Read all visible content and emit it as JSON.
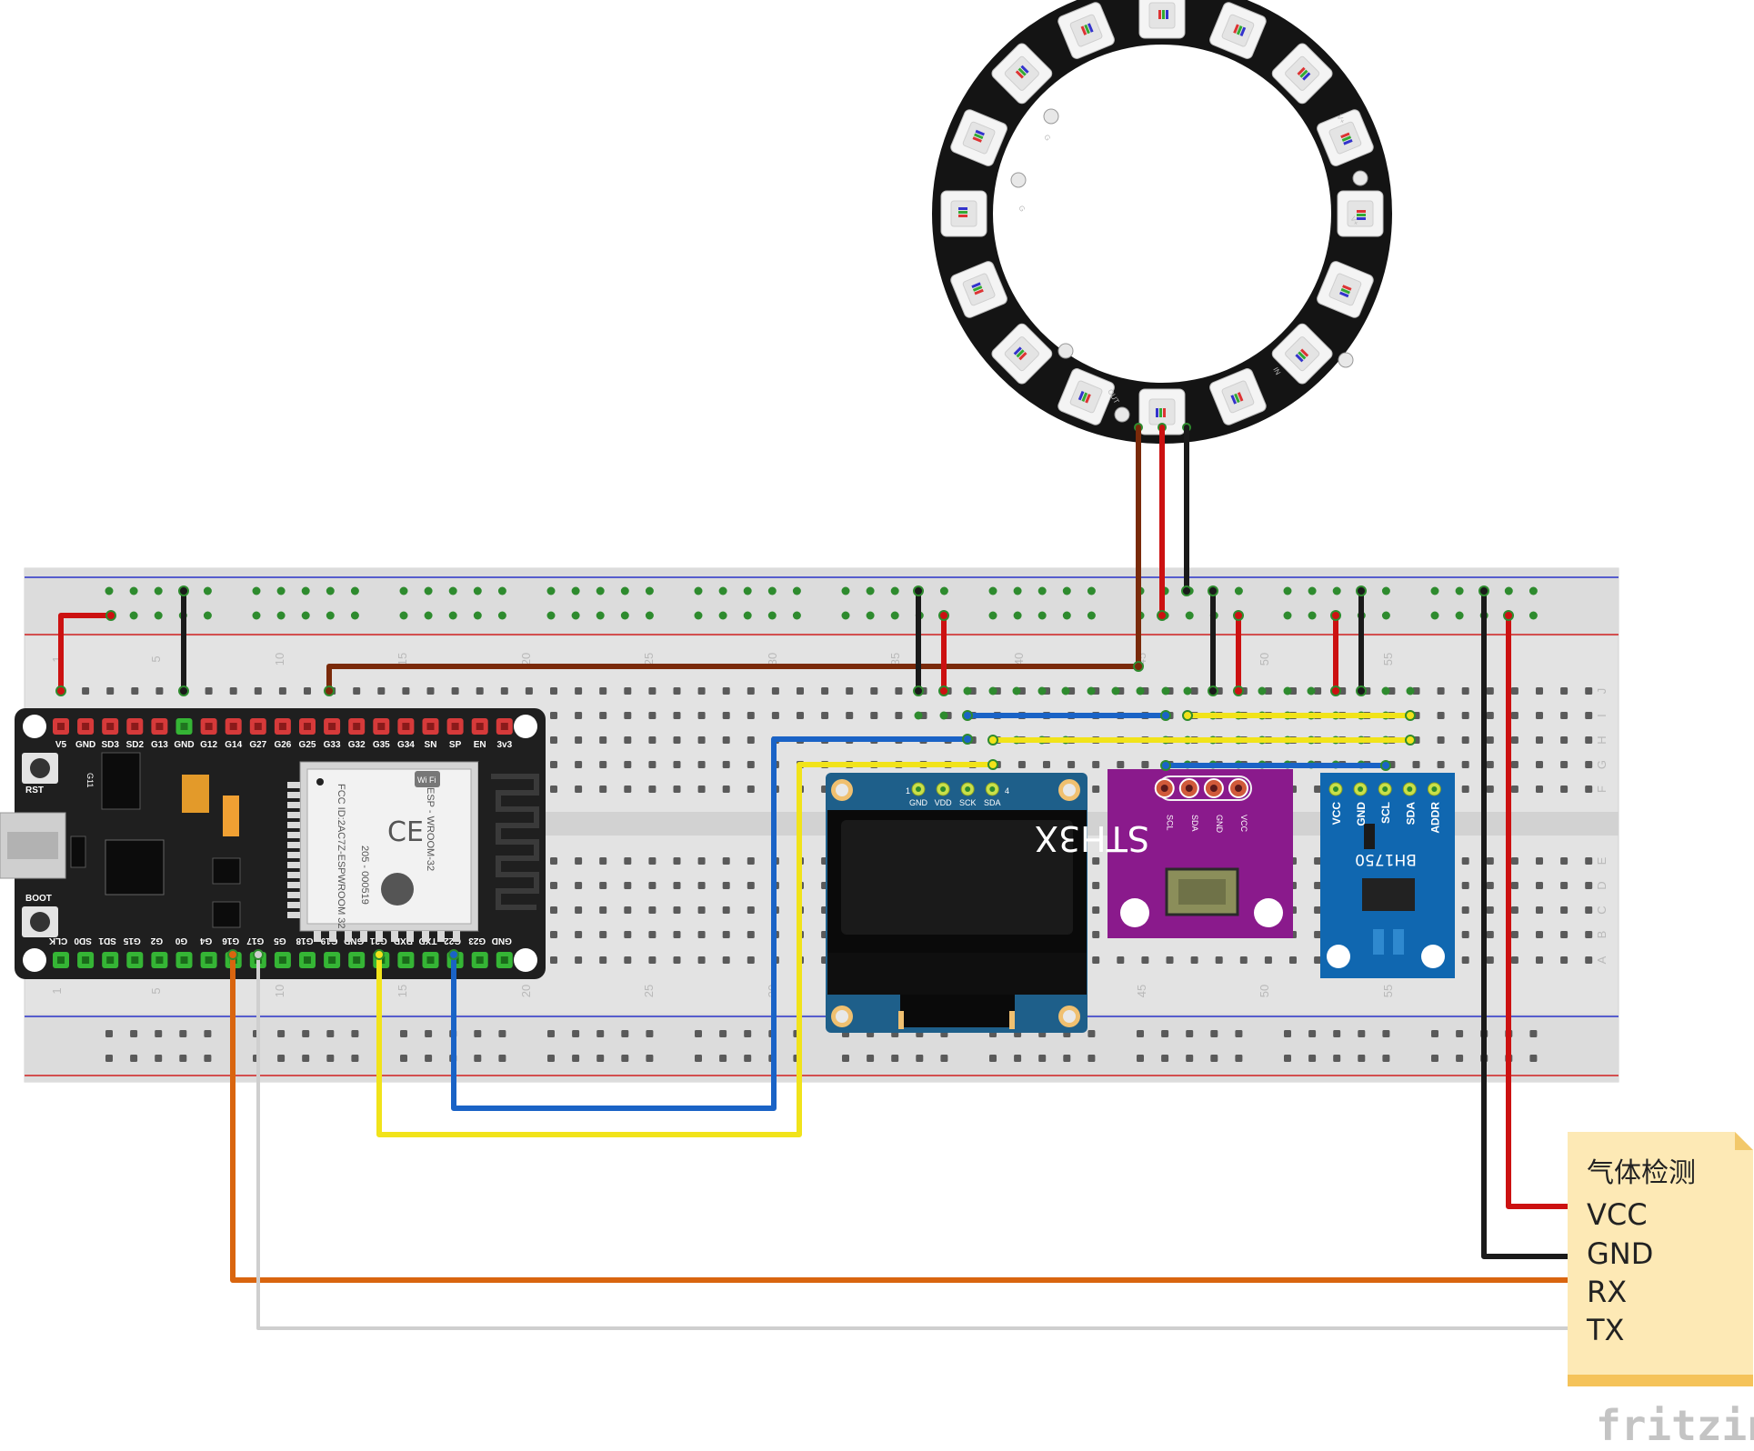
{
  "esp32": {
    "top_pins": [
      "V5",
      "GND",
      "SD3",
      "SD2",
      "G13",
      "GND",
      "G12",
      "G14",
      "G27",
      "G26",
      "G25",
      "G33",
      "G32",
      "G35",
      "G34",
      "SN",
      "SP",
      "EN",
      "3v3"
    ],
    "bottom_pins": [
      "CLK",
      "SD0",
      "SD1",
      "G15",
      "G2",
      "G0",
      "G4",
      "G16",
      "G17",
      "G5",
      "G18",
      "G19",
      "GND",
      "G21",
      "RXD",
      "TXD",
      "G22",
      "G23",
      "GND"
    ],
    "rst_label": "RST",
    "boot_label": "BOOT",
    "g11_label": "G11",
    "module_name": "ESP - WROOM-32",
    "fcc_text": "FCC ID:2AC7Z-ESPWROOM 32",
    "cert_text": "205 - 000519",
    "wifi_label": "Wi Fi"
  },
  "breadboard": {
    "col_numbers_top": [
      "1",
      "5",
      "10",
      "15",
      "20",
      "25",
      "30",
      "35",
      "40",
      "45",
      "50",
      "55"
    ],
    "row_letters_top": [
      "J",
      "I",
      "H",
      "G",
      "F"
    ],
    "row_letters_bottom": [
      "E",
      "D",
      "C",
      "B",
      "A"
    ]
  },
  "oled": {
    "pins": [
      "GND",
      "VDD",
      "SCK",
      "SDA"
    ],
    "pin_first": "1",
    "pin_last": "4"
  },
  "sth3x": {
    "name": "STH3X",
    "pins": [
      "VCC",
      "GND",
      "SDA",
      "SCL"
    ]
  },
  "bh1750": {
    "name": "BH1750",
    "pins": [
      "VCC",
      "GND",
      "SCL",
      "SDA",
      "ADDR"
    ]
  },
  "gas_sensor": {
    "title": "气体检测",
    "pins": [
      "VCC",
      "GND",
      "RX",
      "TX"
    ]
  },
  "ring": {
    "labels": [
      "G",
      "G",
      "V+",
      "V+",
      "IN",
      "OUT"
    ]
  },
  "watermark": "fritzing",
  "colors": {
    "board": "#1f1f1f",
    "oled_pcb": "#1e5f8a",
    "sth3x_pcb": "#8a1a8c",
    "bh1750_pcb": "#1067b0",
    "note": "#fde9b5",
    "wire_red": "#cc1111",
    "wire_black": "#1a1a1a",
    "wire_brown": "#7a2a0a",
    "wire_blue": "#1a63c6",
    "wire_yellow": "#f1e31a",
    "wire_orange": "#d9650f",
    "wire_white": "#cfcfcf"
  }
}
